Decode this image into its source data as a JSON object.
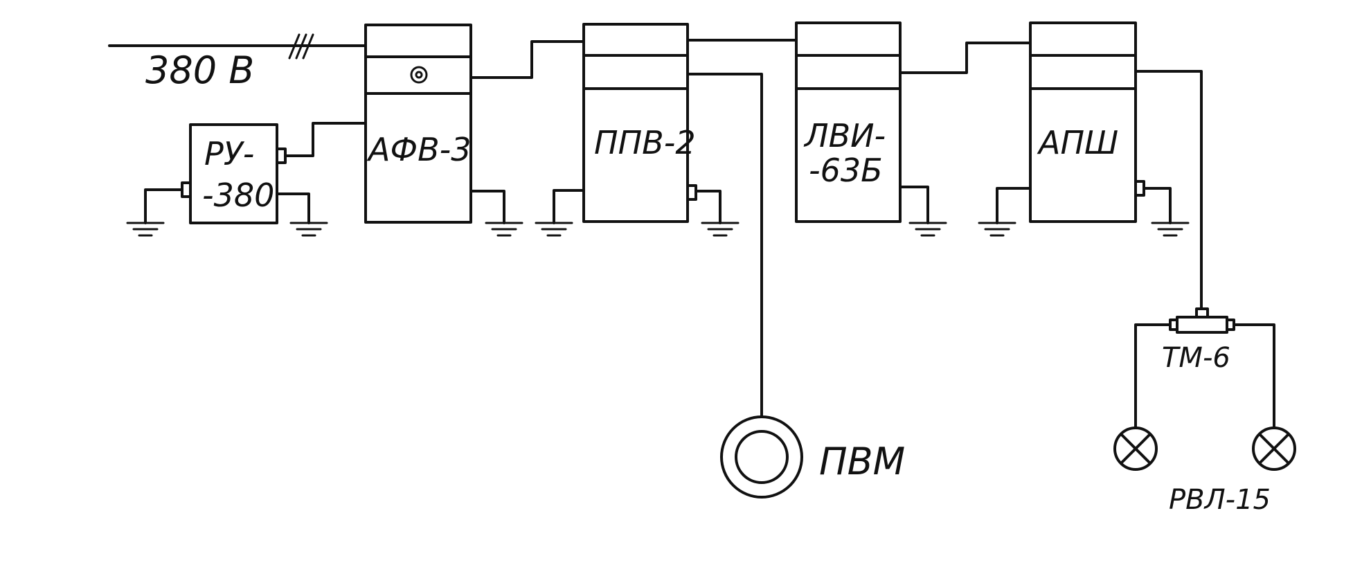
{
  "supply_label": "380 В",
  "units": [
    {
      "id": "ru",
      "label": "РУ-",
      "label2": "-380"
    },
    {
      "id": "afv",
      "label": "АФВ-3"
    },
    {
      "id": "ppv",
      "label": "ППВ-2"
    },
    {
      "id": "lvi",
      "label": "ЛВИ-",
      "label2": "-63Б"
    },
    {
      "id": "apsh",
      "label": "АПШ"
    }
  ],
  "pvm_label": "ПВМ",
  "tm_label": "ТМ-6",
  "rvl_label": "РВЛ-15"
}
